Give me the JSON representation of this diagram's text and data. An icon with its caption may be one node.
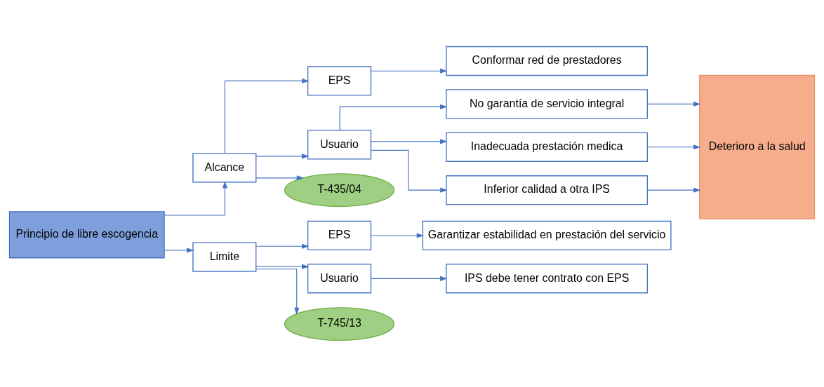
{
  "diagram": {
    "nodes": [
      {
        "text": [
          "Principio de libre escogencia"
        ]
      },
      {
        "text": [
          "Alcance"
        ]
      },
      {
        "text": [
          "EPS"
        ]
      },
      {
        "text": [
          "Conformar red de prestadores"
        ]
      },
      {
        "text": [
          "Usuario"
        ]
      },
      {
        "text": [
          "No garantía de servicio integral"
        ]
      },
      {
        "text": [
          "Inadecuada prestación medica"
        ]
      },
      {
        "text": [
          "Inferior calidad a otra IPS"
        ]
      },
      {
        "text": [
          "Deterioro a la salud"
        ]
      },
      {
        "text": [
          "T-435/04"
        ]
      },
      {
        "text": [
          "Limite"
        ]
      },
      {
        "text": [
          "EPS"
        ]
      },
      {
        "text": [
          "Garantizar estabilidad en prestación del servicio"
        ]
      },
      {
        "text": [
          "Usuario"
        ]
      },
      {
        "text": [
          "IPS debe tener contrato con EPS"
        ]
      },
      {
        "text": [
          "T-745/13"
        ]
      }
    ],
    "edges": [
      {
        "from": 0,
        "to": 1,
        "arrow": "to"
      },
      {
        "from": 1,
        "to": 2,
        "arrow": "to"
      },
      {
        "from": 2,
        "to": 3,
        "arrow": "to"
      },
      {
        "from": 1,
        "to": 4,
        "arrow": "to"
      },
      {
        "from": 1,
        "to": 9,
        "arrow": "to"
      },
      {
        "from": 4,
        "to": 5,
        "arrow": "to"
      },
      {
        "from": 4,
        "to": 6,
        "arrow": "to"
      },
      {
        "from": 4,
        "to": 7,
        "arrow": "to"
      },
      {
        "from": 5,
        "to": 8,
        "arrow": "to"
      },
      {
        "from": 6,
        "to": 8,
        "arrow": "to"
      },
      {
        "from": 7,
        "to": 8,
        "arrow": "to"
      },
      {
        "from": 0,
        "to": 10,
        "arrow": "to"
      },
      {
        "from": 10,
        "to": 11,
        "arrow": "to"
      },
      {
        "from": 11,
        "to": 12,
        "arrow": "to"
      },
      {
        "from": 10,
        "to": 13,
        "arrow": "to"
      },
      {
        "from": 13,
        "to": 14,
        "arrow": "to"
      },
      {
        "from": 10,
        "to": 15,
        "arrow": "to"
      }
    ]
  }
}
